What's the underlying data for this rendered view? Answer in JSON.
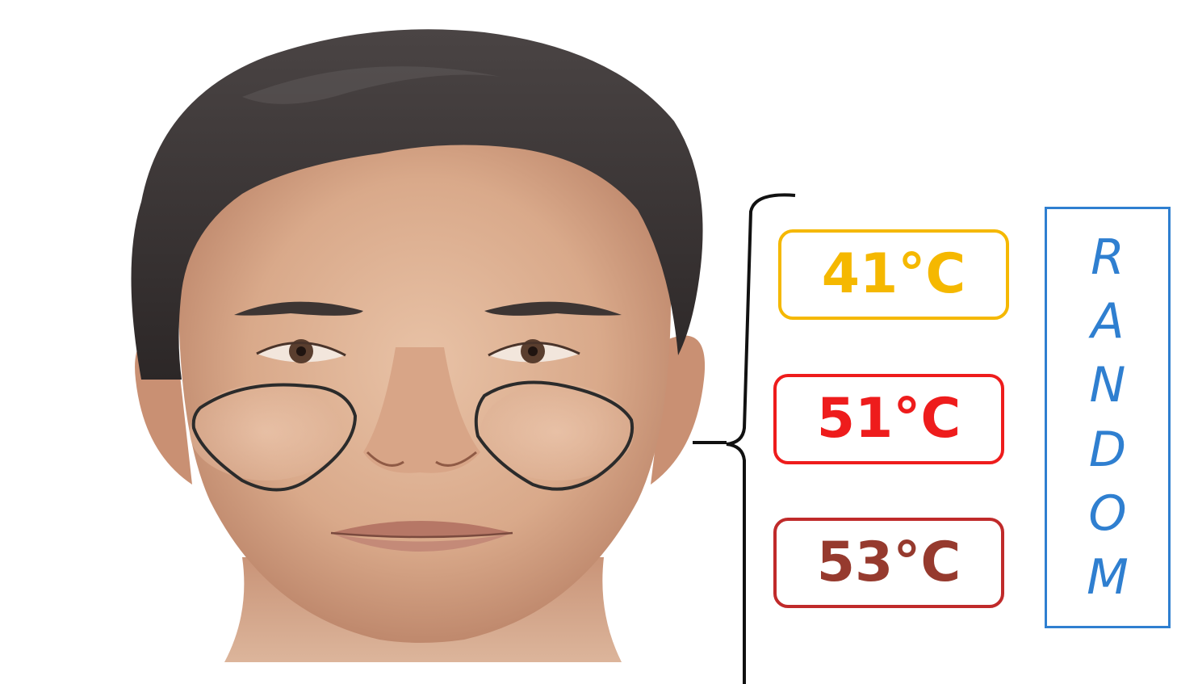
{
  "conditions": {
    "temperatures": [
      {
        "label": "41°C",
        "color": "#f5b800",
        "border": "#f5b800"
      },
      {
        "label": "51°C",
        "color": "#ee1c1c",
        "border": "#ee1c1c"
      },
      {
        "label": "53°C",
        "color": "#963a2e",
        "border": "#c02a2a"
      }
    ]
  },
  "order": {
    "letters": [
      "R",
      "A",
      "N",
      "D",
      "O",
      "M"
    ],
    "color": "#2f7fd0"
  },
  "illustration": {
    "subject": "face-front-view",
    "regions": [
      "left-cheek",
      "right-cheek"
    ]
  }
}
